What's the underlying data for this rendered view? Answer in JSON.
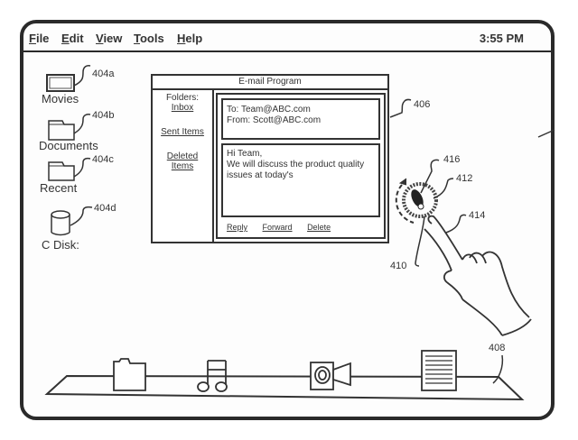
{
  "menubar": {
    "items": [
      {
        "label": "File",
        "mnemonic": "F",
        "rest": "ile"
      },
      {
        "label": "Edit",
        "mnemonic": "E",
        "rest": "dit"
      },
      {
        "label": "View",
        "mnemonic": "V",
        "rest": "iew"
      },
      {
        "label": "Tools",
        "mnemonic": "T",
        "rest": "ools"
      },
      {
        "label": "Help",
        "mnemonic": "H",
        "rest": "elp"
      }
    ],
    "clock": "3:55 PM"
  },
  "desktop_icons": [
    {
      "label": "Movies",
      "icon": "monitor-icon",
      "ref": "404a"
    },
    {
      "label": "Documents",
      "icon": "folder-icon",
      "ref": "404b"
    },
    {
      "label": "Recent",
      "icon": "folder-icon",
      "ref": "404c"
    },
    {
      "label": "C Disk:",
      "icon": "disk-icon",
      "ref": "404d"
    }
  ],
  "email_window": {
    "title": "E-mail Program",
    "ref": "406",
    "folders_label": "Folders:",
    "folders": [
      "Inbox",
      "Sent Items",
      "Deleted",
      "Items"
    ],
    "to": "To: Team@ABC.com",
    "from": "From: Scott@ABC.com",
    "body_lines": [
      "Hi Team,",
      "We will discuss the product quality",
      "issues at today's"
    ],
    "actions": [
      "Reply",
      "Forward",
      "Delete"
    ]
  },
  "gesture": {
    "refs": {
      "outer_ring": "416",
      "dial": "412",
      "finger": "414",
      "touch_point": "410"
    }
  },
  "dock": {
    "ref": "408",
    "items": [
      {
        "name": "folder",
        "icon": "folder-icon"
      },
      {
        "name": "music",
        "icon": "music-note-icon"
      },
      {
        "name": "video",
        "icon": "video-camera-icon"
      },
      {
        "name": "document",
        "icon": "document-icon"
      }
    ]
  }
}
